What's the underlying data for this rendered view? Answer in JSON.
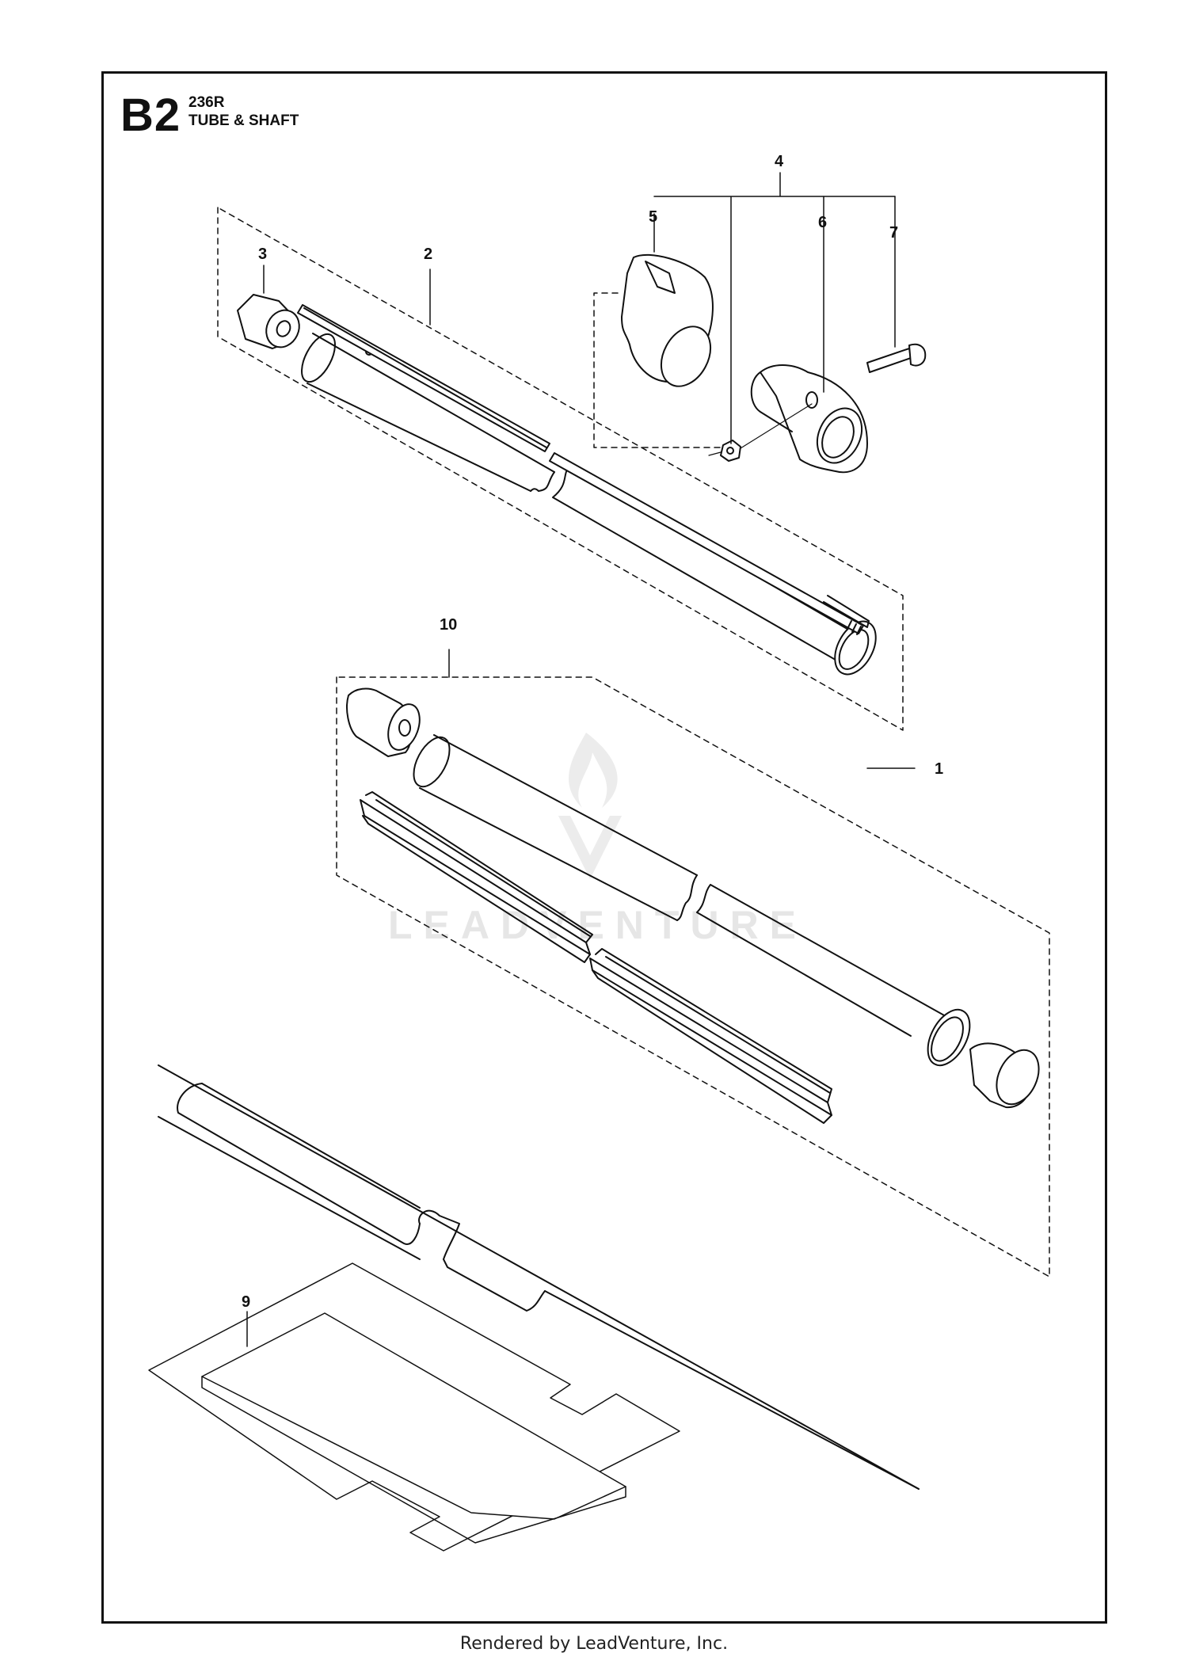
{
  "header": {
    "section_code": "B2",
    "model": "236R",
    "title": "TUBE & SHAFT"
  },
  "callouts": [
    "1",
    "2",
    "3",
    "4",
    "5",
    "6",
    "7",
    "9",
    "10"
  ],
  "watermark": {
    "text": "LEADVENTURE",
    "color": "#e6e6e6"
  },
  "footer": {
    "text": "Rendered by LeadVenture, Inc."
  },
  "colors": {
    "line": "#111111",
    "background": "#ffffff"
  }
}
